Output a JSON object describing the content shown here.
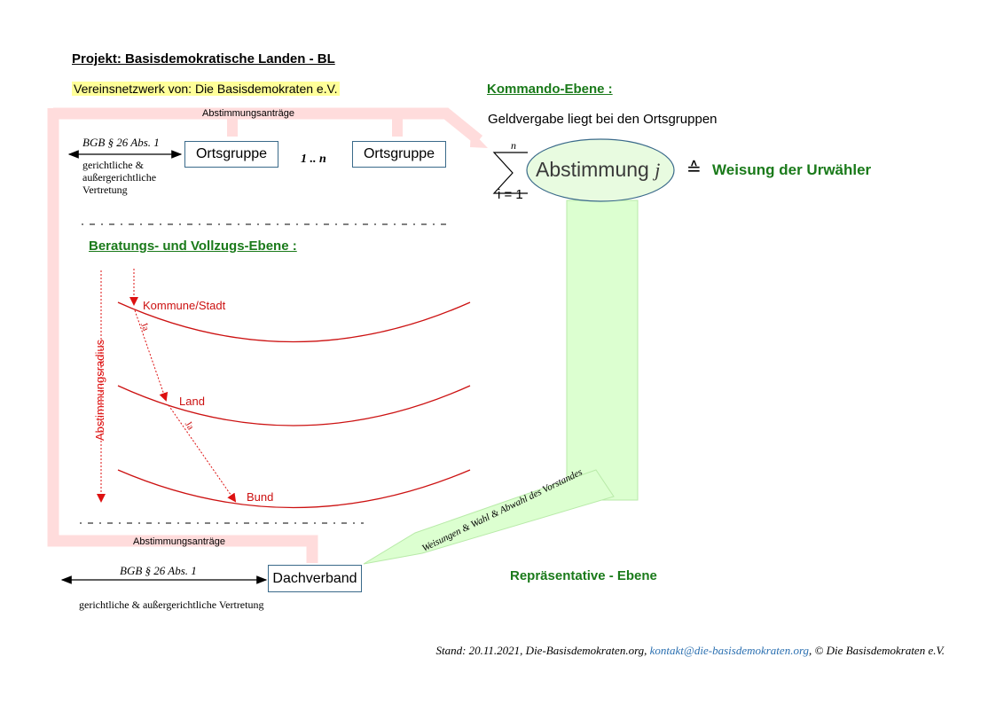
{
  "header": {
    "title": "Projekt: Basisdemokratische Landen - BL",
    "network": "Vereinsnetzwerk von: Die Basisdemokraten e.V."
  },
  "top_section": {
    "motions_label": "Abstimmungsanträge",
    "bgb_label": "BGB § 26 Abs. 1",
    "representation_label": "gerichtliche & außergerichtliche Vertretung",
    "ortsgruppe_left": "Ortsgruppe",
    "range_label": "1 .. n",
    "ortsgruppe_right": "Ortsgruppe"
  },
  "command": {
    "heading": "Kommando-Ebene :",
    "funding_note": "Geldvergabe liegt bei den Ortsgruppen",
    "sum_upper": "n",
    "sum_lower": "i = 1",
    "vote_label": "Abstimmung",
    "vote_index": "j",
    "equiv_symbol": "≙",
    "voter_instruction": "Weisung der Urwähler"
  },
  "advisory": {
    "heading": "Beratungs- und Vollzugs-Ebene :",
    "radius_label": "Abstimmungsradius",
    "levels": [
      "Kommune/Stadt",
      "Land",
      "Bund"
    ],
    "yes_label": "Ja"
  },
  "bottom_section": {
    "motions_label": "Abstimmungsanträge",
    "bgb_label": "BGB § 26 Abs. 1",
    "dachverband": "Dachverband",
    "representation_label": "gerichtliche & außergerichtliche Vertretung",
    "representative_level": "Repräsentative - Ebene",
    "instruction_arrow_label": "Weisungen & Wahl & Abwahl des Vorstandes"
  },
  "footer": {
    "prefix": "Stand: 20.11.2021, Die-Basisdemokraten.org,",
    "email": "kontakt@die-basisdemokraten.org",
    "suffix": ", © Die Basisdemokraten e.V."
  },
  "colors": {
    "green_heading": "#1a7a1a",
    "red_lines": "#cc1111",
    "pink_band": "#ffdcdc",
    "green_arrow": "#dcffd0",
    "ellipse_fill": "#e8fbe0",
    "box_border": "#3a6a8a"
  }
}
